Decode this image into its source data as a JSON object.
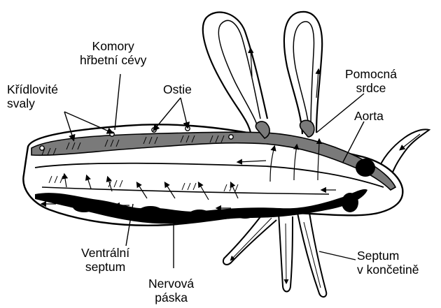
{
  "labels": {
    "kridlovite": [
      "Křídlovité",
      "svaly"
    ],
    "komory": [
      "Komory",
      "hřbetní cévy"
    ],
    "ostie": [
      "Ostie"
    ],
    "pomocna": [
      "Pomocná",
      "srdce"
    ],
    "aorta": [
      "Aorta"
    ],
    "ventralni": [
      "Ventrální",
      "septum"
    ],
    "nervova": [
      "Nervová",
      "páska"
    ],
    "septum_koncetina": [
      "Septum",
      "v končetině"
    ]
  },
  "colors": {
    "ink": "#000000",
    "vessel": "#7a7a7a",
    "paper": "#ffffff"
  }
}
